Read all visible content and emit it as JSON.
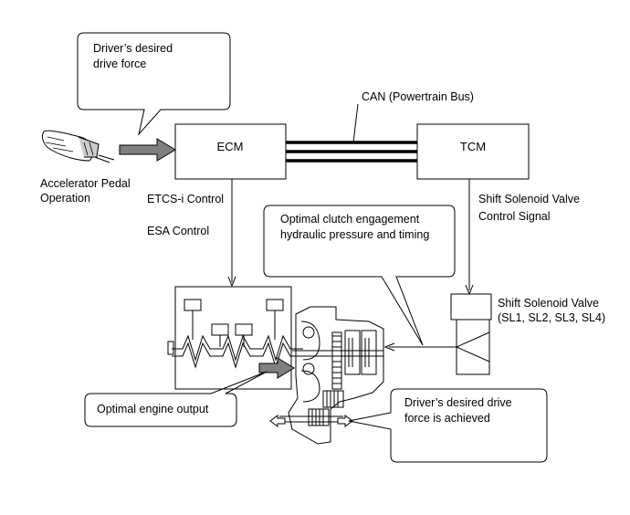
{
  "boxes": {
    "ecm": "ECM",
    "tcm": "TCM",
    "shift_solenoid_valve": "Shift Solenoid Valve"
  },
  "labels": {
    "can_bus": "CAN (Powertrain Bus)",
    "accelerator_line1": "Accelerator Pedal",
    "accelerator_line2": "Operation",
    "etcs": "ETCS-i Control",
    "esa": "ESA Control",
    "shift_signal_line1": "Shift Solenoid Valve",
    "shift_signal_line2": "Control Signal",
    "solenoid_valves": "(SL1, SL2, SL3, SL4)"
  },
  "callouts": {
    "driver_force_line1": "Driver’s desired",
    "driver_force_line2": "drive force",
    "clutch_line1": "Optimal clutch engagement",
    "clutch_line2": "hydraulic pressure and timing",
    "engine_output": "Optimal engine output",
    "achieved_line1": "Driver’s desired drive",
    "achieved_line2": "force is achieved"
  },
  "colors": {
    "line": "#000000",
    "arrow_fill": "#808080",
    "background": "#ffffff"
  }
}
